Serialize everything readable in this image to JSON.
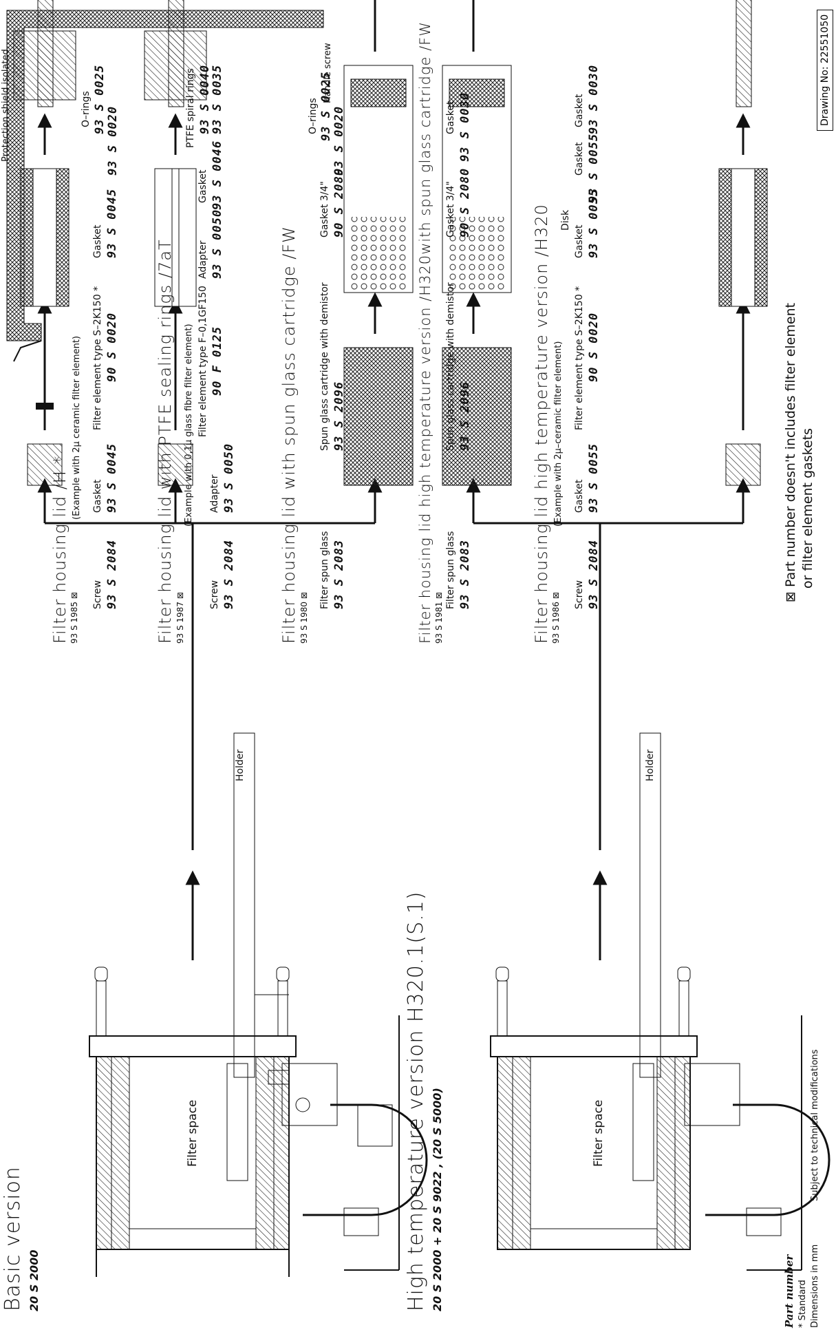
{
  "sections": {
    "basic": {
      "title": "Basic version",
      "part": "20 S 2000"
    },
    "high_temp": {
      "title": "High temperature version H320.1(S.1)",
      "part": "20 S 2000 + 20 S 9022 , (20 S 5000)"
    }
  },
  "base_labels": {
    "filter_space_1": "Filter space",
    "filter_space_2": "Filter space",
    "holder_1": "Holder",
    "holder_2": "Holder"
  },
  "top_labels": {
    "protection_shield": "Protection shield isolated",
    "handle_screw": "Handle screw"
  },
  "rows": [
    {
      "title": "Filter housing lid  /H  *",
      "code": "93 S 1985 ⊠",
      "example": "(Example with 2μ ceramic filter element)",
      "parts": [
        {
          "label": "Screw",
          "pn": "93 S 2084"
        },
        {
          "label": "Gasket",
          "pn": "93 S 0045"
        },
        {
          "label": "Filter element  type S–2K150 *",
          "pn": "90 S 0020"
        },
        {
          "label": "Gasket",
          "pn": "93 S 0045"
        },
        {
          "label": "O–rings",
          "pn": "93 S 0025",
          "pn2": "93 S 0020"
        }
      ]
    },
    {
      "title": "Filter housing lid with PTFE sealing rings /7aT",
      "code": "93 S 1987 ⊠",
      "example": "(Example with 0,1μ glass fibre filter element)",
      "parts": [
        {
          "label": "Screw",
          "pn": "93 S 2084"
        },
        {
          "label": "Adapter",
          "pn": "93 S 0050"
        },
        {
          "label": "Filter element  type F–0,1GF150",
          "pn": "90 F 0125"
        },
        {
          "label": "Adapter",
          "pn": "93 S 0050"
        },
        {
          "label": "Gasket",
          "pn": "93 S 0046"
        },
        {
          "label": "PTFE spiral rings",
          "pn": "93 S 0040",
          "pn2": "93 S 0035"
        }
      ]
    },
    {
      "title": "Filter housing lid with spun glass cartridge /FW",
      "code": "93 S 1980 ⊠",
      "parts": [
        {
          "label": "Filter spun glass",
          "pn": "93 S 2083"
        },
        {
          "label": "Spun glass cartridge with demistor",
          "pn": "93 S 2096"
        },
        {
          "label": "Gasket 3/4\"",
          "pn": "90 S 2080"
        },
        {
          "label": "O–rings",
          "pn": "93 S 0025",
          "pn2": "93 S 0020"
        }
      ]
    },
    {
      "title": "Filter housing lid high temperature version /H320with spun glass cartridge /FW",
      "code": "93 S 1981 ⊠",
      "parts": [
        {
          "label": "Filter spun glass",
          "pn": "93 S 2083"
        },
        {
          "label": "Spun glass cartridge with demistor",
          "pn": "93 S 2096"
        },
        {
          "label": "Gasket 3/4\"",
          "pn": "90 S 2080"
        },
        {
          "label": "Gasket",
          "pn": "93 S 0030"
        }
      ]
    },
    {
      "title": "Filter housing lid high temperature version /H320",
      "code": "93 S 1986 ⊠",
      "example": "(Example with 2μ–ceramic filter element)",
      "parts": [
        {
          "label": "Screw",
          "pn": "93 S 2084"
        },
        {
          "label": "Gasket",
          "pn": "93 S 0055"
        },
        {
          "label": "Filter element  type S–2K150 *",
          "pn": "90 S 0020"
        },
        {
          "label": "Gasket",
          "pn": "93 S 0055"
        },
        {
          "label": "Disk",
          "pn": ""
        },
        {
          "label": "Gasket",
          "pn": "93 S 0055"
        },
        {
          "label": "Gasket",
          "pn": "93 S 0030"
        }
      ]
    }
  ],
  "notes": {
    "part_number_line1": "⊠ Part number doesn't includes filter element",
    "part_number_line2": "or filter element gaskets"
  },
  "legend": {
    "title": "Part number",
    "standard": "* Standard",
    "dimensions": "Dimensions in mm",
    "modifications": "Subject to technical modifications"
  },
  "drawing_no": "Drawing No: 22551050"
}
